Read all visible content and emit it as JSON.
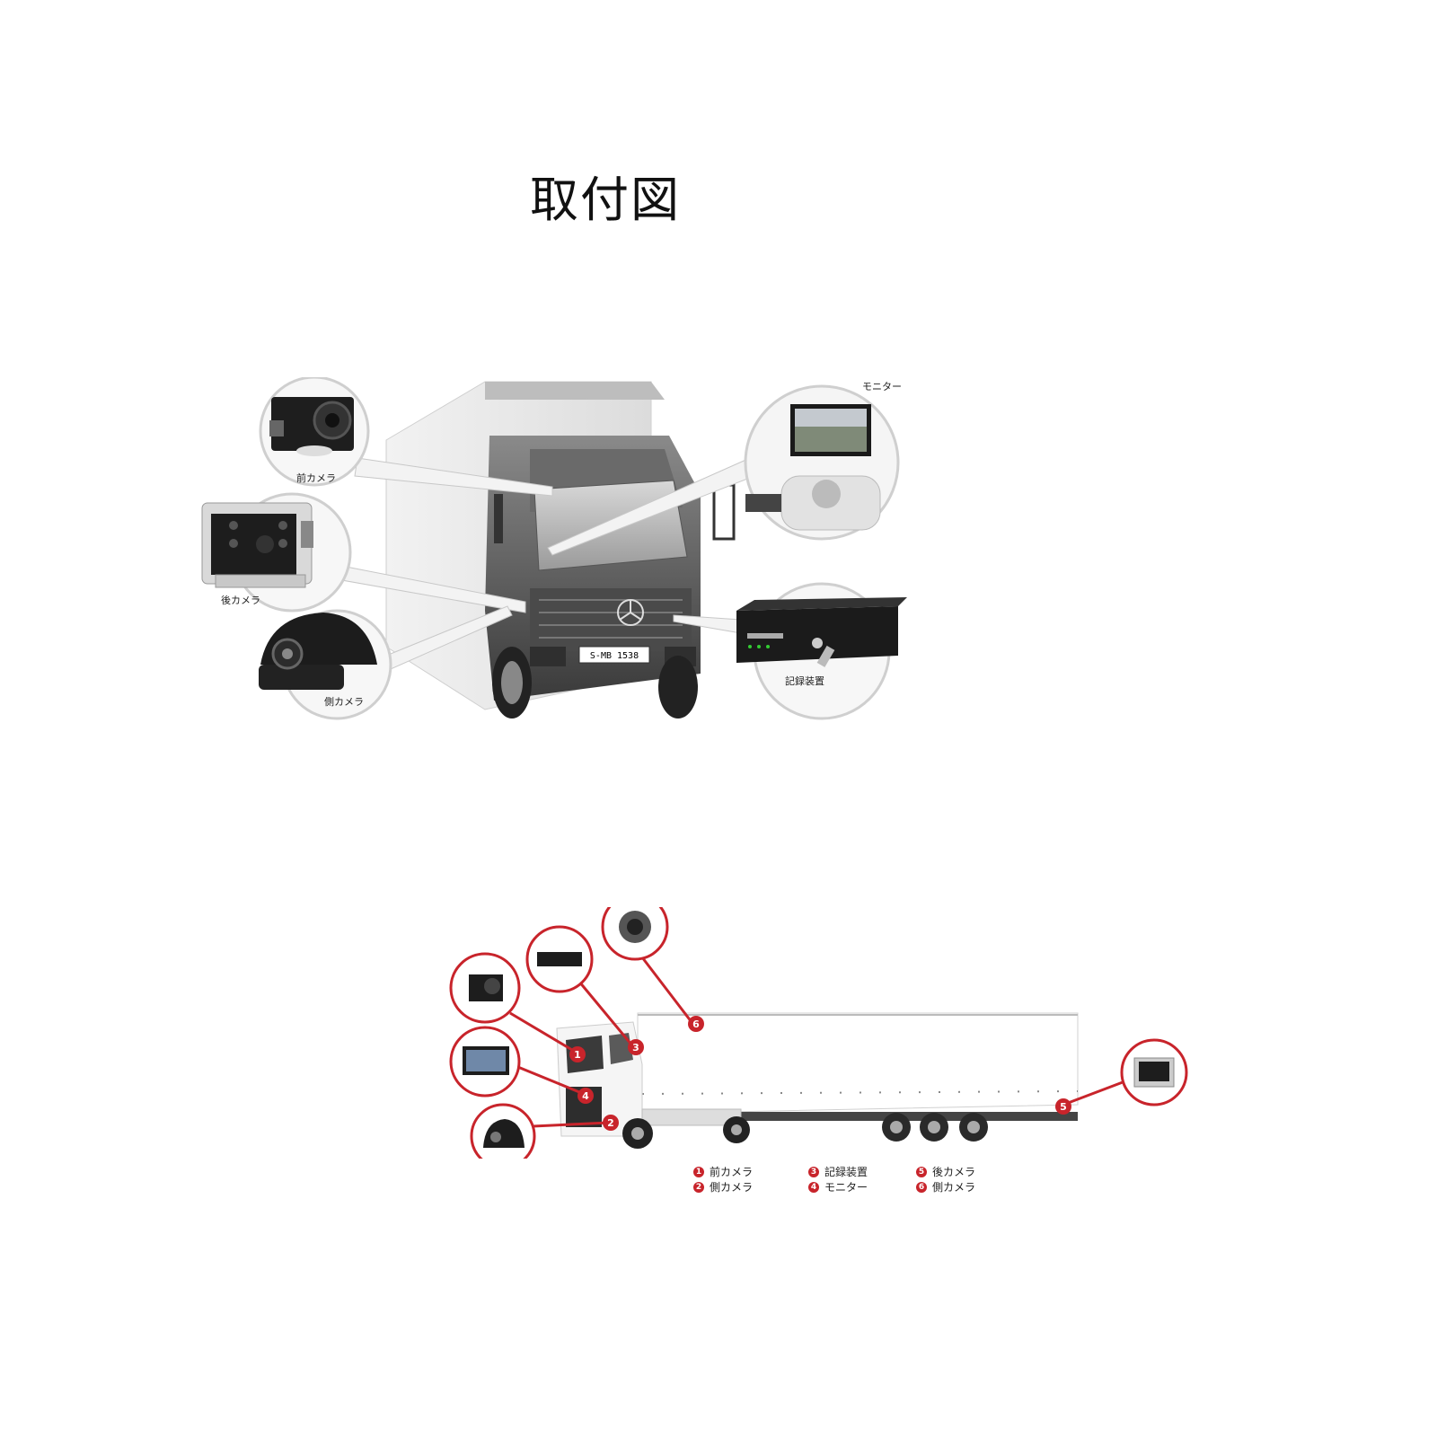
{
  "title": "取付図",
  "top_diagram": {
    "labels": {
      "front_camera": "前カメラ",
      "rear_camera": "後カメラ",
      "side_camera": "側カメラ",
      "monitor": "モニター",
      "recorder": "記録装置"
    },
    "license_plate": "S-MB 1538"
  },
  "bottom_diagram": {
    "markers": [
      "1",
      "2",
      "3",
      "4",
      "5",
      "6"
    ],
    "legend": [
      {
        "num": "1",
        "label": "前カメラ"
      },
      {
        "num": "2",
        "label": "側カメラ"
      },
      {
        "num": "3",
        "label": "記録装置"
      },
      {
        "num": "4",
        "label": "モニター"
      },
      {
        "num": "5",
        "label": "後カメラ"
      },
      {
        "num": "6",
        "label": "側カメラ"
      }
    ],
    "accent_color": "#c8242b"
  }
}
